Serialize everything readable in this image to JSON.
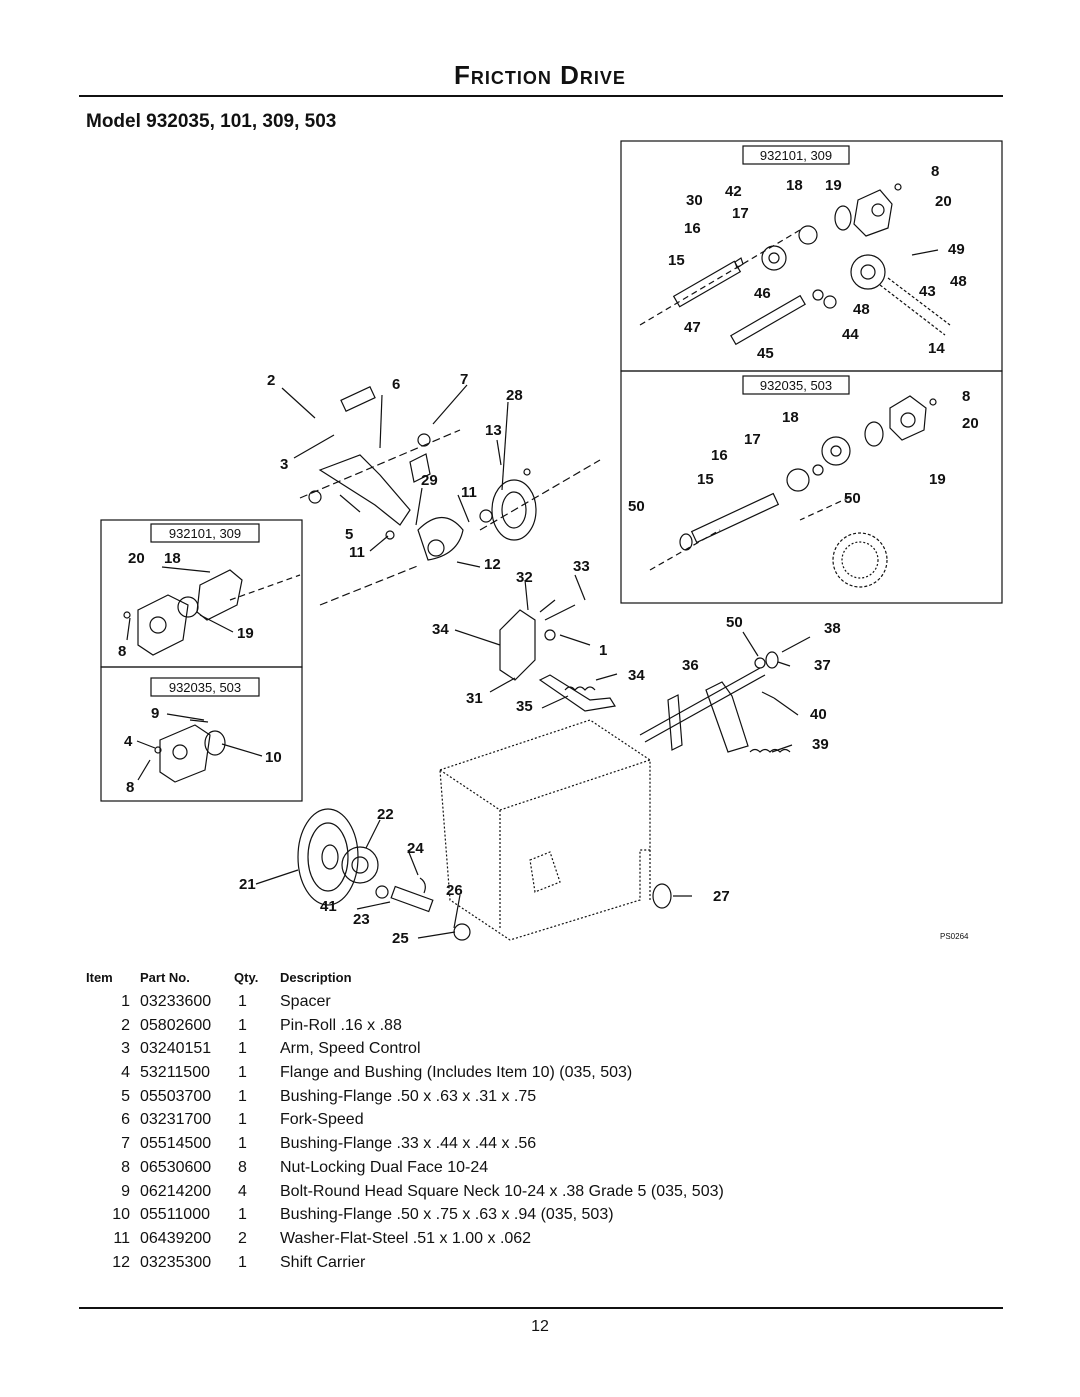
{
  "header": {
    "title": "Friction Drive",
    "model_heading": "Model 932035, 101, 309, 503"
  },
  "diagram": {
    "figure_id": "PS0264",
    "inset_labels": {
      "top_right_upper": "932101, 309",
      "top_right_lower": "932035, 503",
      "left_upper": "932101, 309",
      "left_lower": "932035, 503"
    },
    "callouts": {
      "c2": "2",
      "c6": "6",
      "c7": "7",
      "c28": "28",
      "c3": "3",
      "c13": "13",
      "c29": "29",
      "c11a": "11",
      "c5": "5",
      "c11b": "11",
      "c12": "12",
      "c32": "32",
      "c33": "33",
      "c34a": "34",
      "c1": "1",
      "c34b": "34",
      "c36": "36",
      "c31": "31",
      "c35": "35",
      "c50a": "50",
      "c38": "38",
      "c37": "37",
      "c40": "40",
      "c39": "39",
      "c22": "22",
      "c24": "24",
      "c21": "21",
      "c26": "26",
      "c41": "41",
      "c23": "23",
      "c25": "25",
      "c27": "27",
      "l20": "20",
      "l18": "18",
      "l19": "19",
      "l8a": "8",
      "l9": "9",
      "l4": "4",
      "l10": "10",
      "l8b": "8",
      "r8a": "8",
      "r30": "30",
      "r42": "42",
      "r18a": "18",
      "r19a": "19",
      "r20a": "20",
      "r17a": "17",
      "r16a": "16",
      "r15a": "15",
      "r49": "49",
      "r48a": "48",
      "r46": "46",
      "r43": "43",
      "r48b": "48",
      "r47": "47",
      "r44": "44",
      "r45": "45",
      "r14": "14",
      "r8b": "8",
      "r18b": "18",
      "r20b": "20",
      "r17b": "17",
      "r16b": "16",
      "r15b": "15",
      "r19b": "19",
      "r50a": "50",
      "r50b": "50"
    }
  },
  "parts_table": {
    "headers": {
      "item": "Item",
      "part_no": "Part No.",
      "qty": "Qty.",
      "description": "Description"
    },
    "rows": [
      {
        "item": "1",
        "part_no": "03233600",
        "qty": "1",
        "description": "Spacer"
      },
      {
        "item": "2",
        "part_no": "05802600",
        "qty": "1",
        "description": "Pin-Roll .16 x .88"
      },
      {
        "item": "3",
        "part_no": "03240151",
        "qty": "1",
        "description": "Arm, Speed Control"
      },
      {
        "item": "4",
        "part_no": "53211500",
        "qty": "1",
        "description": "Flange and Bushing (Includes Item 10) (035, 503)"
      },
      {
        "item": "5",
        "part_no": "05503700",
        "qty": "1",
        "description": "Bushing-Flange .50 x .63 x .31 x .75"
      },
      {
        "item": "6",
        "part_no": "03231700",
        "qty": "1",
        "description": "Fork-Speed"
      },
      {
        "item": "7",
        "part_no": "05514500",
        "qty": "1",
        "description": "Bushing-Flange .33 x .44 x .44 x .56"
      },
      {
        "item": "8",
        "part_no": "06530600",
        "qty": "8",
        "description": "Nut-Locking Dual Face 10-24"
      },
      {
        "item": "9",
        "part_no": "06214200",
        "qty": "4",
        "description": "Bolt-Round Head Square Neck 10-24 x .38 Grade 5 (035, 503)"
      },
      {
        "item": "10",
        "part_no": "05511000",
        "qty": "1",
        "description": "Bushing-Flange .50 x .75 x .63 x .94 (035, 503)"
      },
      {
        "item": "11",
        "part_no": "06439200",
        "qty": "2",
        "description": "Washer-Flat-Steel .51 x 1.00 x .062"
      },
      {
        "item": "12",
        "part_no": "03235300",
        "qty": "1",
        "description": "Shift Carrier"
      }
    ]
  },
  "footer": {
    "page_number": "12"
  }
}
